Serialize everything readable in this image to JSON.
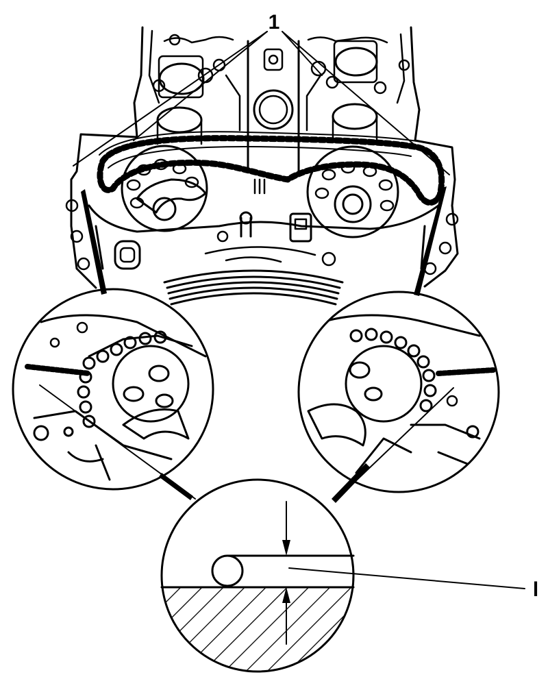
{
  "callouts": {
    "label_1": "1",
    "label_l": "l"
  },
  "colors": {
    "ink": "#000000",
    "paper": "#ffffff"
  },
  "regions": [
    "engine-top-view",
    "detail-left-chain-guide",
    "detail-right-chain-guide",
    "detail-measurement-gap"
  ]
}
